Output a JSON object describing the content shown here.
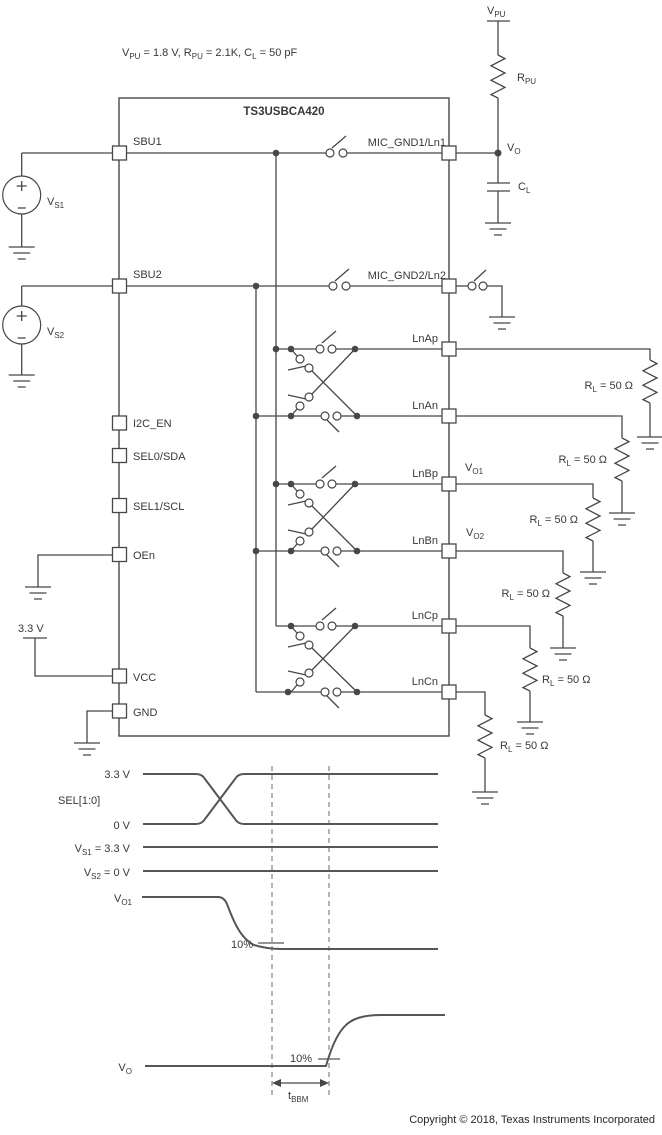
{
  "chip": {
    "name": "TS3USBCA420",
    "pins_left": [
      "SBU1",
      "SBU2",
      "I2C_EN",
      "SEL0/SDA",
      "SEL1/SCL",
      "OEn",
      "VCC",
      "GND"
    ],
    "pins_right": [
      "MIC_GND1/Ln1",
      "MIC_GND2/Ln2",
      "LnAp",
      "LnAn",
      "LnBp",
      "LnBn",
      "LnCp",
      "LnCn"
    ]
  },
  "conditions": {
    "seg1": "V",
    "sub1": "PU",
    "seg2": " = 1.8 V, R",
    "sub2": "PU",
    "seg3": " = 2.1K, C",
    "sub3": "L",
    "seg4": " = 50 pF"
  },
  "labels": {
    "vpu": {
      "main": "V",
      "sub": "PU"
    },
    "rpu": {
      "main": "R",
      "sub": "PU"
    },
    "vo": {
      "main": "V",
      "sub": "O"
    },
    "cl": {
      "main": "C",
      "sub": "L"
    },
    "vs1": {
      "main": "V",
      "sub": "S1"
    },
    "vs2": {
      "main": "V",
      "sub": "S2"
    },
    "vo1": {
      "main": "V",
      "sub": "O1"
    },
    "vo2": {
      "main": "V",
      "sub": "O2"
    },
    "rail_33": "3.3 V",
    "plus": "+",
    "minus": "-"
  },
  "loads": {
    "rl": {
      "main": "R",
      "sub": "L",
      "rest": " = 50 Ω"
    }
  },
  "timing": {
    "sel_high": "3.3 V",
    "sel": "SEL[1:0]",
    "sel_low": "0 V",
    "vs1": {
      "main": "V",
      "sub": "S1",
      "rest": " = 3.3 V"
    },
    "vs2": {
      "main": "V",
      "sub": "S2",
      "rest": " = 0 V"
    },
    "vo1": {
      "main": "V",
      "sub": "O1"
    },
    "vo": {
      "main": "V",
      "sub": "O"
    },
    "pct_fall": "10%",
    "pct_rise": "10%",
    "tbbm": {
      "main": "t",
      "sub": "BBM"
    }
  },
  "footer": {
    "copyright": "Copyright © 2018, Texas Instruments Incorporated"
  }
}
